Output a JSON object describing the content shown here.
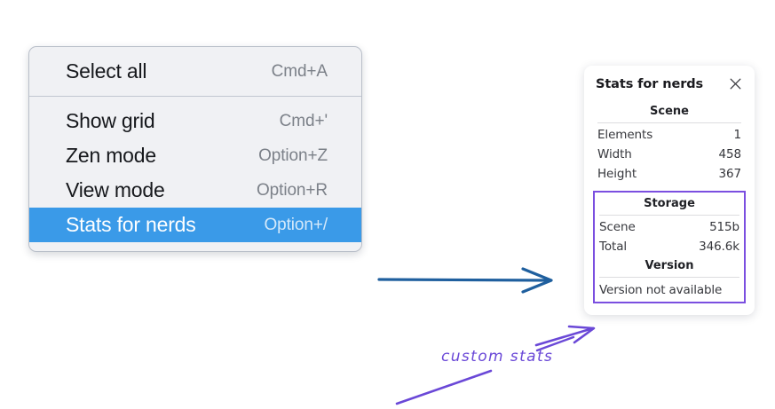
{
  "context_menu": {
    "groups": [
      {
        "items": [
          {
            "label": "Select all",
            "shortcut": "Cmd+A",
            "selected": false
          }
        ]
      },
      {
        "items": [
          {
            "label": "Show grid",
            "shortcut": "Cmd+'",
            "selected": false
          },
          {
            "label": "Zen mode",
            "shortcut": "Option+Z",
            "selected": false
          },
          {
            "label": "View mode",
            "shortcut": "Option+R",
            "selected": false
          },
          {
            "label": "Stats for nerds",
            "shortcut": "Option+/",
            "selected": true
          }
        ]
      }
    ]
  },
  "stats_panel": {
    "title": "Stats for nerds",
    "close_icon": "close-icon",
    "scene": {
      "heading": "Scene",
      "rows": [
        {
          "key": "Elements",
          "value": "1"
        },
        {
          "key": "Width",
          "value": "458"
        },
        {
          "key": "Height",
          "value": "367"
        }
      ]
    },
    "storage": {
      "heading": "Storage",
      "rows": [
        {
          "key": "Scene",
          "value": "515b"
        },
        {
          "key": "Total",
          "value": "346.6k"
        }
      ]
    },
    "version": {
      "heading": "Version",
      "text": "Version not available"
    }
  },
  "annotations": {
    "custom_stats_label": "custom stats",
    "blue_arrow_color": "#1f5f9e",
    "purple_color": "#6a48d7",
    "highlight_box_color": "#7b4fe0"
  },
  "colors": {
    "menu_background": "#f0f1f4",
    "menu_selected": "#3a9ae8",
    "menu_border": "#b9bfc9",
    "panel_background": "#ffffff"
  }
}
